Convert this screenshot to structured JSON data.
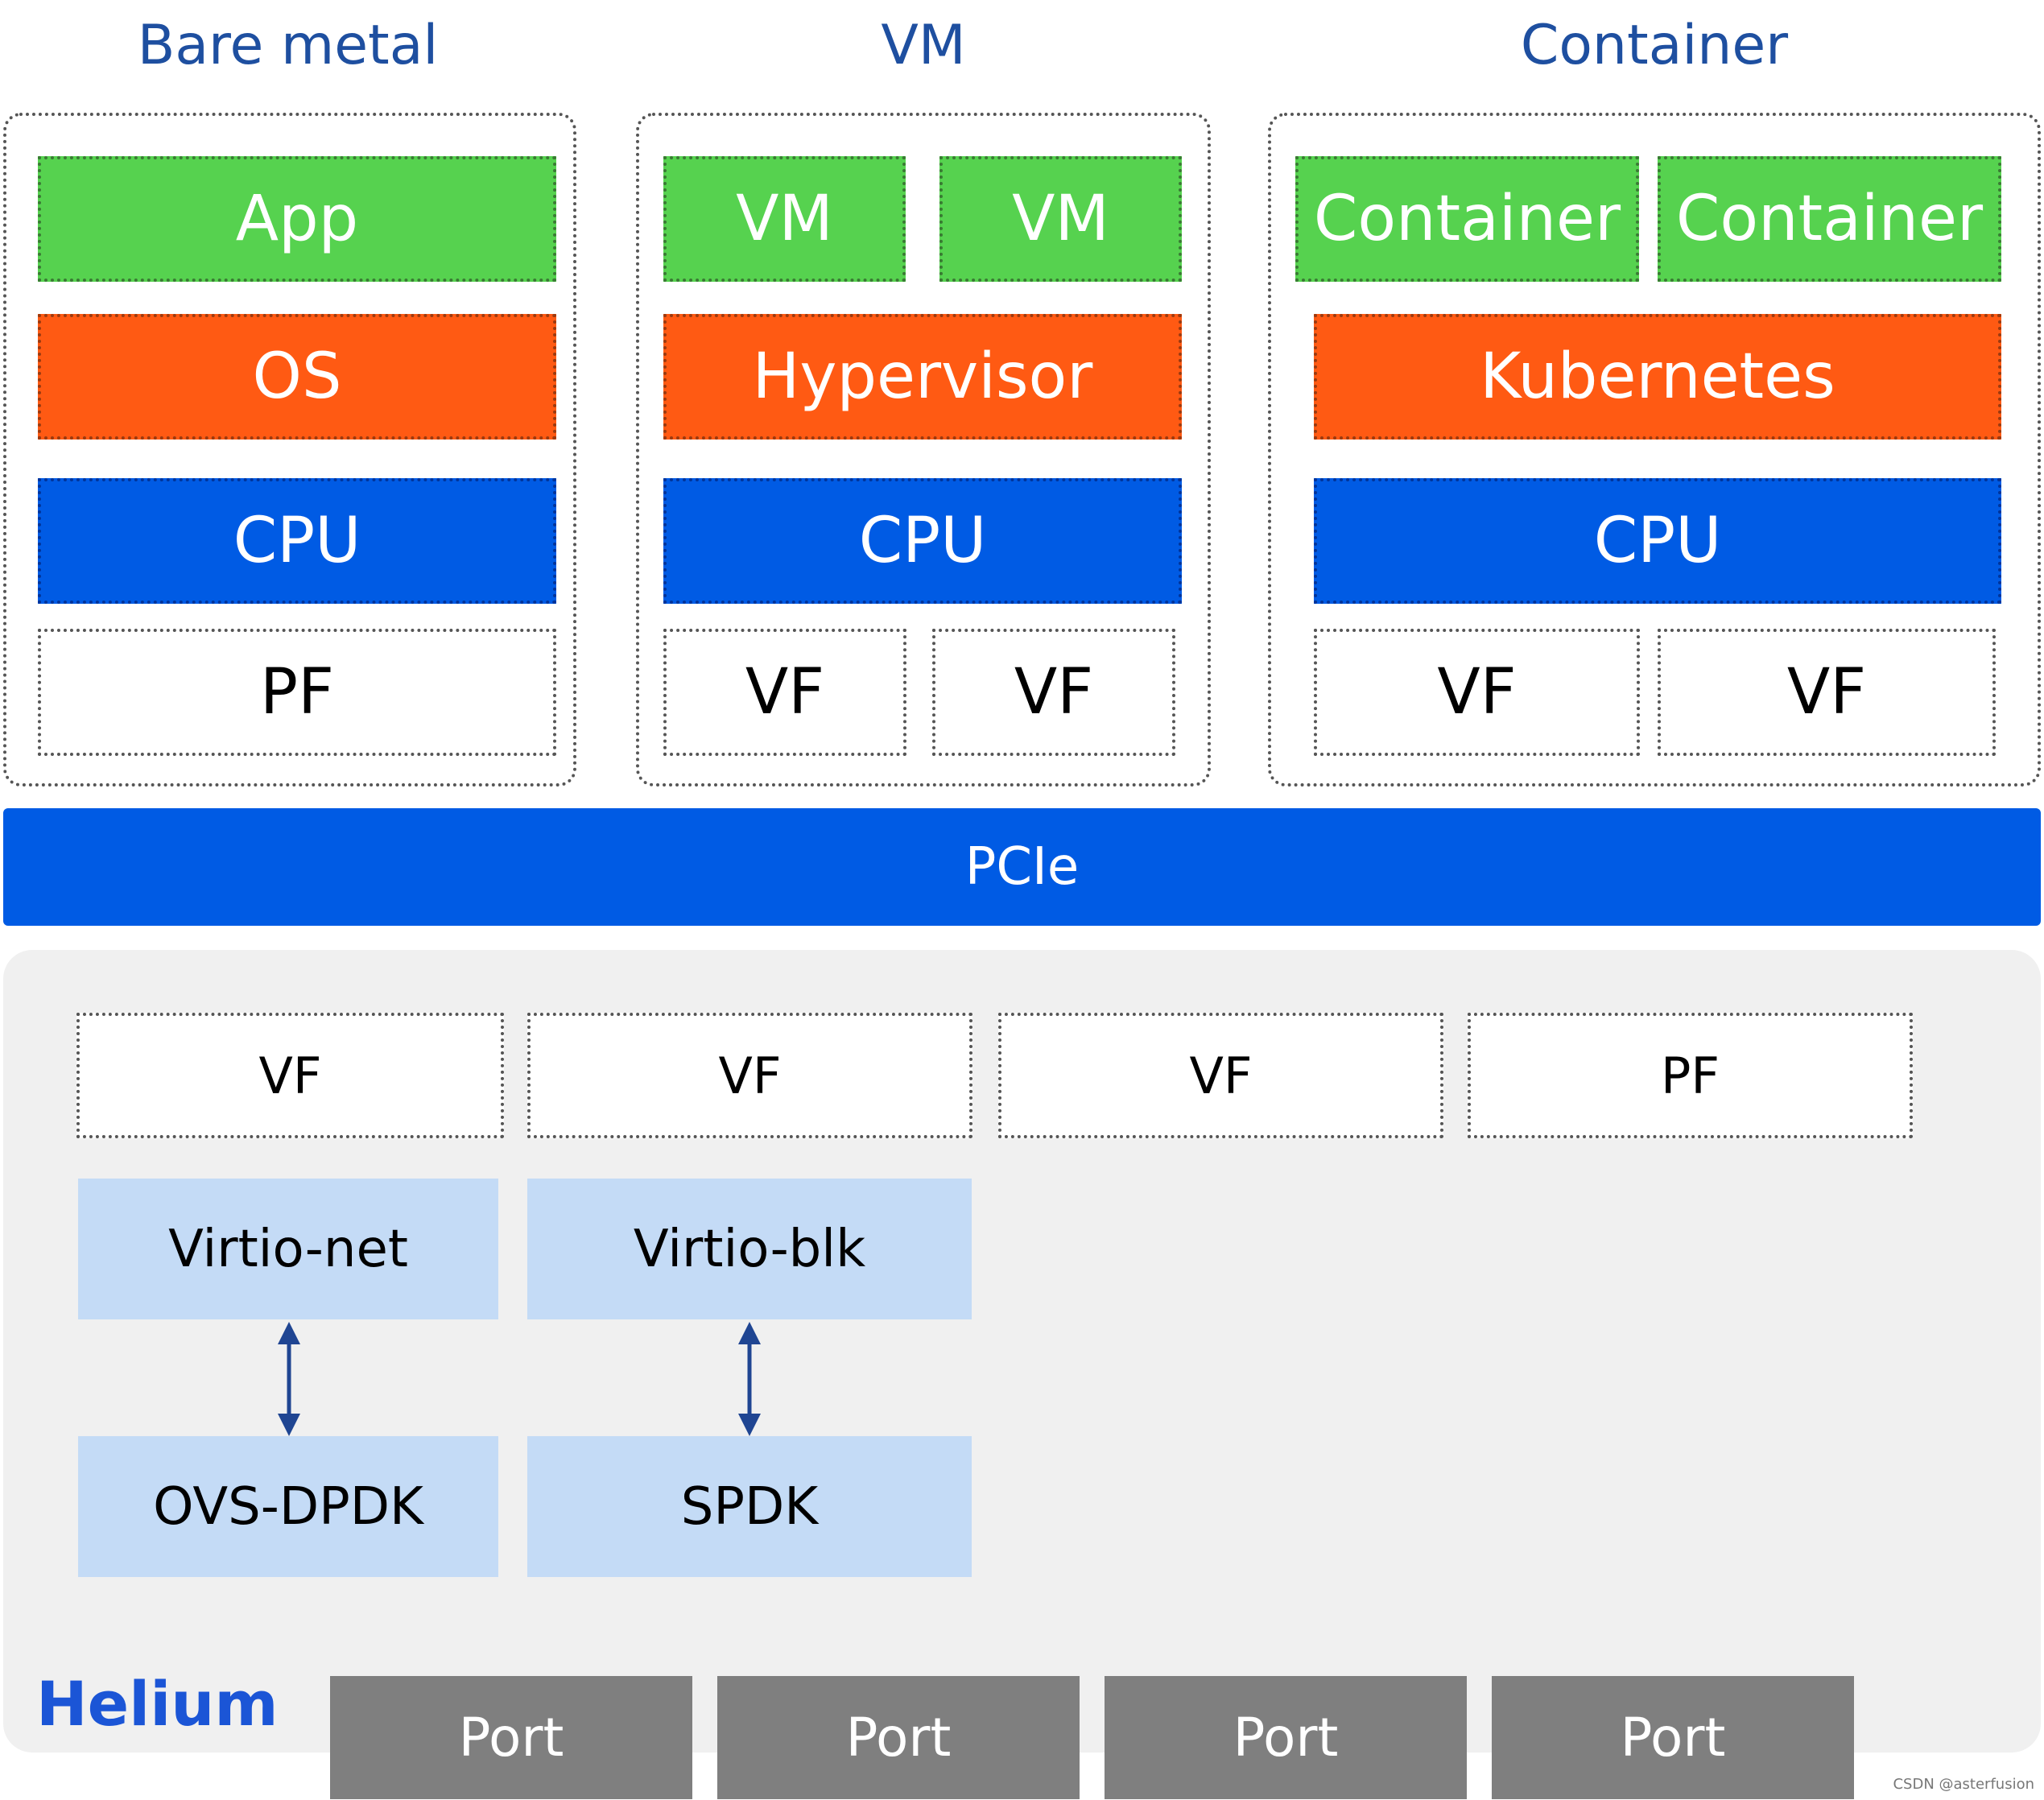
{
  "columns": {
    "bare_metal": {
      "title": "Bare metal",
      "app": "App",
      "os": "OS",
      "cpu": "CPU",
      "pf": "PF"
    },
    "vm": {
      "title": "VM",
      "vm1": "VM",
      "vm2": "VM",
      "hypervisor": "Hypervisor",
      "cpu": "CPU",
      "vf1": "VF",
      "vf2": "VF"
    },
    "container": {
      "title": "Container",
      "c1": "Container",
      "c2": "Container",
      "orchestrator": "Kubernetes",
      "cpu": "CPU",
      "vf1": "VF",
      "vf2": "VF"
    }
  },
  "bus": {
    "label": "PCIe"
  },
  "helium": {
    "label": "Helium",
    "functions": [
      "VF",
      "VF",
      "VF",
      "PF"
    ],
    "virtio_net": "Virtio-net",
    "virtio_blk": "Virtio-blk",
    "ovs_dpdk": "OVS-DPDK",
    "spdk": "SPDK",
    "ports": [
      "Port",
      "Port",
      "Port",
      "Port"
    ]
  },
  "watermark": "CSDN @asterfusion",
  "colors": {
    "green": "#56d24f",
    "orange": "#ff5a13",
    "blue": "#005be4",
    "light_blue": "#c4dbf6",
    "port_gray": "#7f7f7f",
    "title_blue": "#1e4fa0"
  }
}
